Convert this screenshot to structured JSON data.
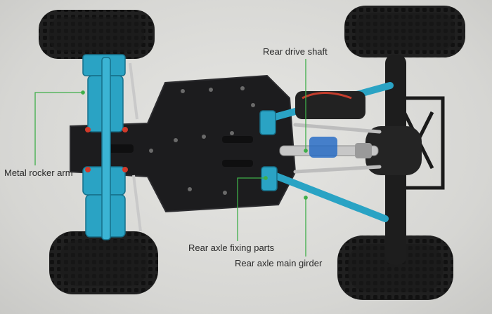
{
  "labels": {
    "rear_drive_shaft": "Rear drive shaft",
    "metal_rocker_arm": "Metal rocker arm",
    "rear_axle_fixing_parts": "Rear axle fixing parts",
    "rear_axle_main_girder": "Rear axle main girder"
  },
  "colors": {
    "background": "#d9d9d6",
    "chassis_plate": "#1c1c1e",
    "anodized_blue": "#2aa3c4",
    "tire_rubber": "#1a1a1a",
    "callout_line": "#3fae49"
  }
}
